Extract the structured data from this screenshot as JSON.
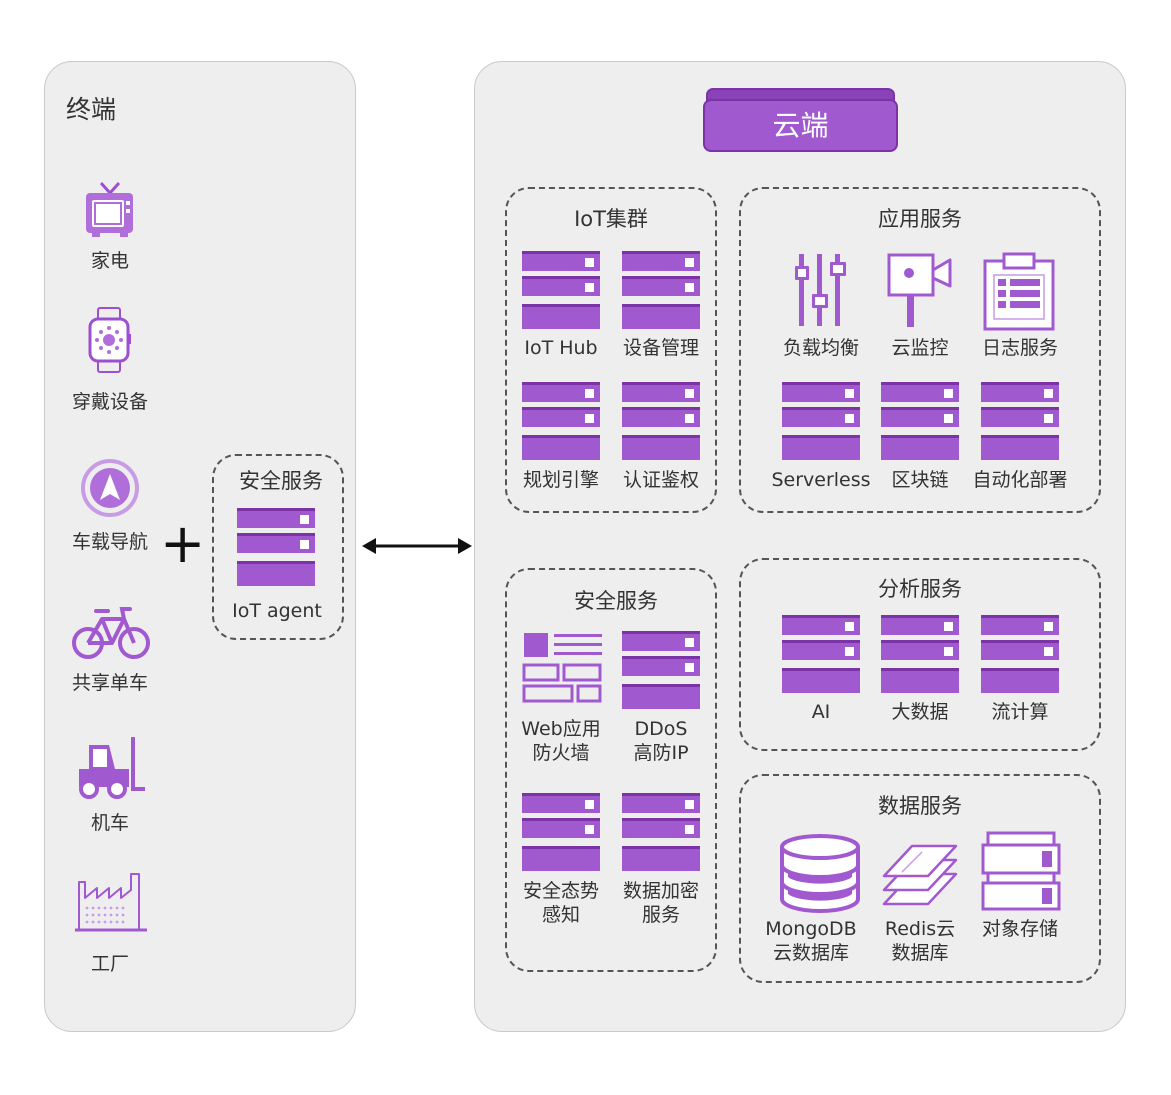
{
  "terminal": {
    "title": "终端",
    "devices": [
      {
        "icon": "tv-icon",
        "label": "家电"
      },
      {
        "icon": "smartwatch-icon",
        "label": "穿戴设备"
      },
      {
        "icon": "navigation-icon",
        "label": "车载导航"
      },
      {
        "icon": "bicycle-icon",
        "label": "共享单车"
      },
      {
        "icon": "forklift-icon",
        "label": "机车"
      },
      {
        "icon": "factory-icon",
        "label": "工厂"
      }
    ],
    "plus_sign": "+",
    "agent_box": {
      "title": "安全服务",
      "label": "IoT agent"
    }
  },
  "cloud": {
    "title": "云端",
    "iot_cluster": {
      "title": "IoT集群",
      "items": [
        {
          "icon": "server-icon",
          "label": "IoT Hub"
        },
        {
          "icon": "server-icon",
          "label": "设备管理"
        },
        {
          "icon": "server-icon",
          "label": "规划引擎"
        },
        {
          "icon": "server-icon",
          "label": "认证鉴权"
        }
      ]
    },
    "app_services": {
      "title": "应用服务",
      "items": [
        {
          "icon": "load-balancer-icon",
          "label": "负载均衡"
        },
        {
          "icon": "camera-monitor-icon",
          "label": "云监控"
        },
        {
          "icon": "clipboard-log-icon",
          "label": "日志服务"
        },
        {
          "icon": "server-icon",
          "label": "Serverless"
        },
        {
          "icon": "server-icon",
          "label": "区块链"
        },
        {
          "icon": "server-icon",
          "label": "自动化部署"
        }
      ]
    },
    "security_services": {
      "title": "安全服务",
      "items": [
        {
          "icon": "web-firewall-icon",
          "line1": "Web应用",
          "line2": "防火墙"
        },
        {
          "icon": "server-icon",
          "line1": "DDoS",
          "line2": "高防IP"
        },
        {
          "icon": "server-icon",
          "line1": "安全态势",
          "line2": "感知"
        },
        {
          "icon": "server-icon",
          "line1": "数据加密",
          "line2": "服务"
        }
      ]
    },
    "analytics_services": {
      "title": "分析服务",
      "items": [
        {
          "icon": "server-icon",
          "label": "AI"
        },
        {
          "icon": "server-icon",
          "label": "大数据"
        },
        {
          "icon": "server-icon",
          "label": "流计算"
        }
      ]
    },
    "data_services": {
      "title": "数据服务",
      "items": [
        {
          "icon": "database-icon",
          "line1": "MongoDB",
          "line2": "云数据库"
        },
        {
          "icon": "layers-icon",
          "line1": "Redis云",
          "line2": "数据库"
        },
        {
          "icon": "storage-icon",
          "line1": "对象存储",
          "line2": ""
        }
      ]
    }
  },
  "colors": {
    "accent": "#a159d0",
    "accent_dark": "#7b33a6",
    "panel_bg": "#efeeef",
    "dash_border": "#555555"
  }
}
